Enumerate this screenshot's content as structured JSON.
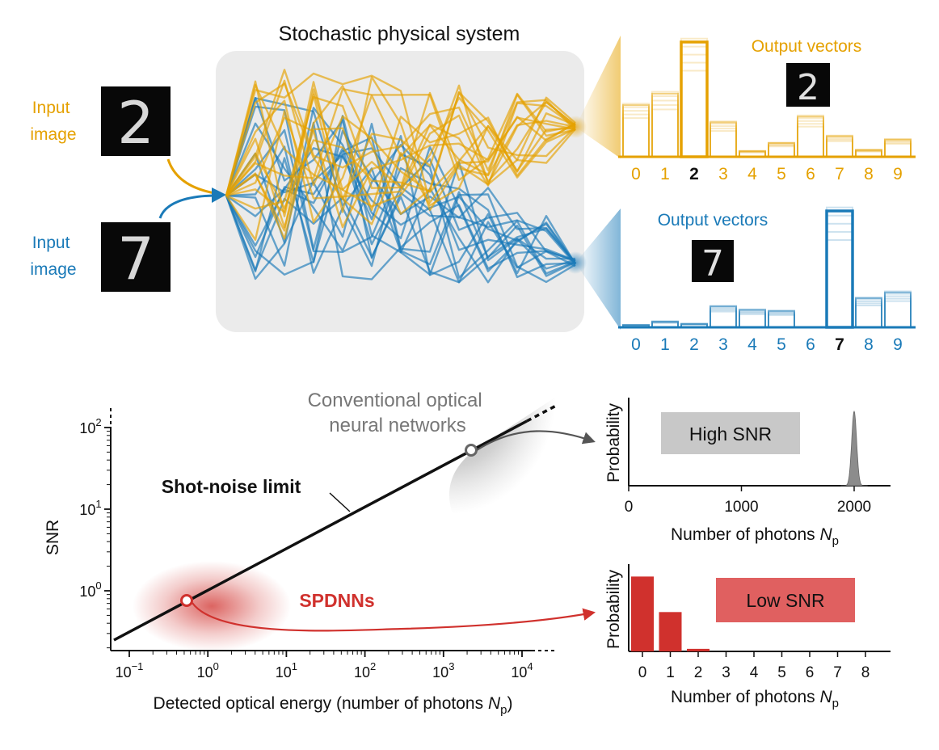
{
  "colors": {
    "orange": "#E5A100",
    "blue": "#1A7AB8",
    "red": "#D0312D",
    "gray": "#8C8C8C",
    "panel_gray": "#EBEBEB",
    "black": "#111111"
  },
  "top": {
    "title": "Stochastic physical system",
    "input_label_top": [
      "Input",
      "image"
    ],
    "input_label_bottom": [
      "Input",
      "image"
    ],
    "output_label_top": "Output vectors",
    "output_label_bottom": "Output vectors",
    "digit_top": "2",
    "digit_bottom": "7",
    "hist_top_labels": [
      "0",
      "1",
      "2",
      "3",
      "4",
      "5",
      "6",
      "7",
      "8",
      "9"
    ],
    "hist_bottom_labels": [
      "0",
      "1",
      "2",
      "3",
      "4",
      "5",
      "6",
      "7",
      "8",
      "9"
    ],
    "hist_top_values": [
      0.45,
      0.55,
      1.0,
      0.3,
      0.05,
      0.12,
      0.35,
      0.18,
      0.06,
      0.15
    ],
    "hist_bottom_values": [
      0.02,
      0.05,
      0.03,
      0.18,
      0.15,
      0.14,
      0.0,
      1.0,
      0.25,
      0.3
    ]
  },
  "bottom_left": {
    "ylabel": "SNR",
    "xlabel_prefix": "Detected optical energy (number of photons ",
    "xlabel_var": "N",
    "xlabel_sub": "p",
    "xlabel_suffix": ")",
    "shot_noise_label": "Shot-noise limit",
    "conventional_label": [
      "Conventional optical",
      "neural networks"
    ],
    "spdnn_label": "SPDNNs",
    "x_ticks": [
      {
        "base": "10",
        "exp": "−1"
      },
      {
        "base": "10",
        "exp": "0"
      },
      {
        "base": "10",
        "exp": "1"
      },
      {
        "base": "10",
        "exp": "2"
      },
      {
        "base": "10",
        "exp": "3"
      },
      {
        "base": "10",
        "exp": "4"
      }
    ],
    "y_ticks": [
      {
        "base": "10",
        "exp": "0"
      },
      {
        "base": "10",
        "exp": "1"
      },
      {
        "base": "10",
        "exp": "2"
      }
    ]
  },
  "high_snr": {
    "box_label": "High SNR",
    "ylabel": "Probability",
    "xlabel_prefix": "Number of photons ",
    "xlabel_var": "N",
    "xlabel_sub": "p",
    "x_ticks": [
      "0",
      "1000",
      "2000"
    ]
  },
  "low_snr": {
    "box_label": "Low SNR",
    "ylabel": "Probability",
    "xlabel_prefix": "Number of photons ",
    "xlabel_var": "N",
    "xlabel_sub": "p",
    "x_ticks": [
      "0",
      "1",
      "2",
      "3",
      "4",
      "5",
      "6",
      "7",
      "8"
    ],
    "bar_values": [
      0.59,
      0.31,
      0.02
    ]
  }
}
